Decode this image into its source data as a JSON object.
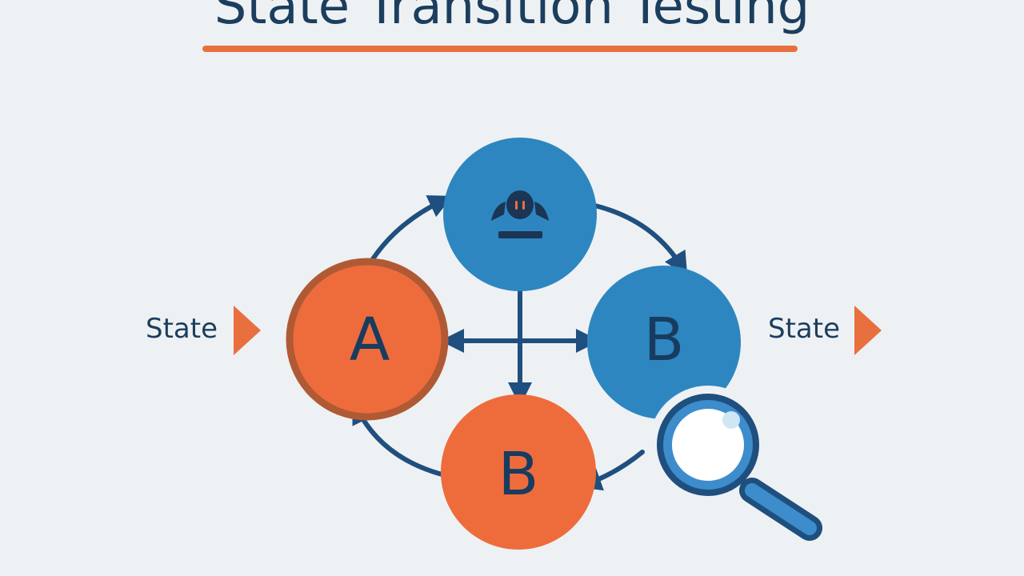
{
  "title": "State Transition Testing",
  "labels": {
    "left": "State",
    "right": "State"
  },
  "nodes": {
    "top": {
      "icon": "robot-icon",
      "color": "#2e86c1"
    },
    "a": {
      "letter": "A",
      "color": "#ee6c3c"
    },
    "b_right": {
      "letter": "B",
      "color": "#2e86c1"
    },
    "b_bottom": {
      "letter": "B",
      "color": "#ee6c3c"
    }
  },
  "colors": {
    "arrow": "#1f4f7e",
    "accent": "#e8703f",
    "text": "#1c3e5e",
    "background": "#eef1f3"
  }
}
